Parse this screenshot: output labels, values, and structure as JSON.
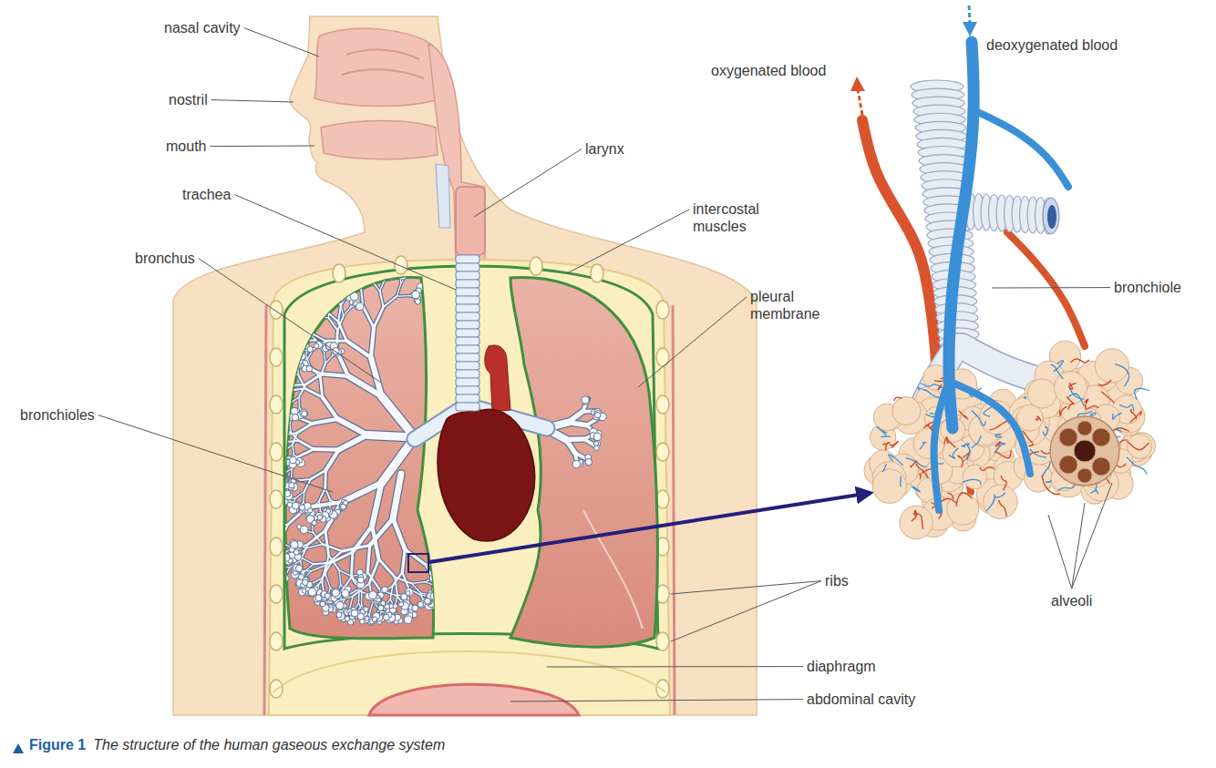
{
  "diagram": {
    "caption": "The structure of the human gaseous exchange system",
    "labels": [
      "nasal cavity",
      "nostril",
      "mouth",
      "trachea",
      "bronchus",
      "bronchioles",
      "larynx",
      "intercostal muscles",
      "pleural membrane",
      "ribs",
      "diaphragm",
      "abdominal cavity",
      "oxygenated blood",
      "deoxygenated blood",
      "bronchiole",
      "alveoli",
      "Figure 1"
    ]
  }
}
